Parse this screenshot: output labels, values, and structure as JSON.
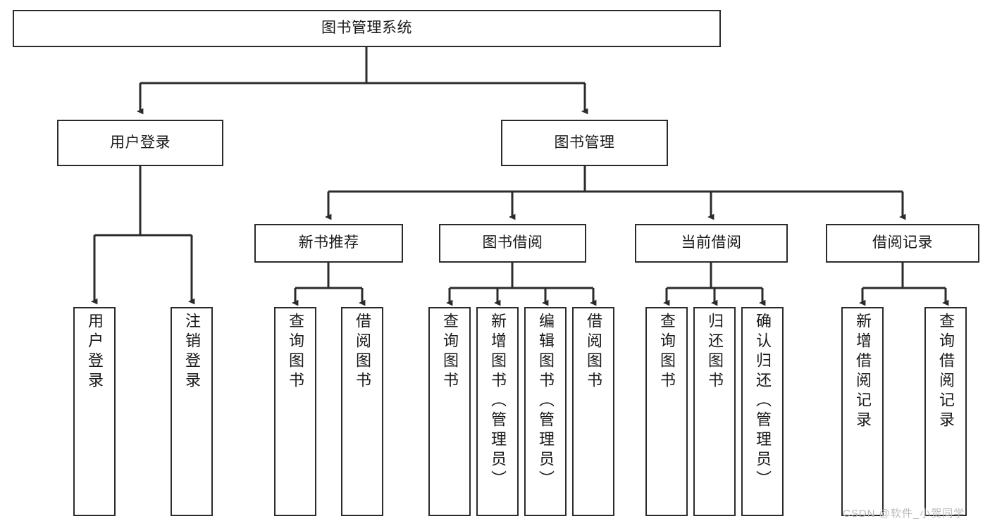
{
  "diagram": {
    "type": "tree-hierarchy",
    "title": "图书管理系统",
    "watermark": "CSDN @软件_小贺同学",
    "colors": {
      "box_border": "#2b2b2b",
      "box_fill": "#ffffff",
      "edge": "#2b2b2b",
      "text": "#1a1a1a",
      "watermark": "#b9b9b9"
    },
    "nodes": {
      "root": {
        "label": "图书管理系统"
      },
      "level2": [
        {
          "id": "user-login",
          "label": "用户登录"
        },
        {
          "id": "book-manage",
          "label": "图书管理"
        }
      ],
      "level3": [
        {
          "id": "new-book-recommend",
          "label": "新书推荐"
        },
        {
          "id": "book-borrow",
          "label": "图书借阅"
        },
        {
          "id": "current-borrow",
          "label": "当前借阅"
        },
        {
          "id": "borrow-record",
          "label": "借阅记录"
        }
      ],
      "leaves": [
        {
          "id": "leaf-user-login",
          "label": "用户登录",
          "parent": "user-login"
        },
        {
          "id": "leaf-logout-login",
          "label": "注销登录",
          "parent": "user-login"
        },
        {
          "id": "leaf-query-book-1",
          "label": "查询图书",
          "parent": "new-book-recommend"
        },
        {
          "id": "leaf-borrow-book-1",
          "label": "借阅图书",
          "parent": "new-book-recommend"
        },
        {
          "id": "leaf-query-book-2",
          "label": "查询图书",
          "parent": "book-borrow"
        },
        {
          "id": "leaf-add-book",
          "label": "新增图书（管理员）",
          "parent": "book-borrow"
        },
        {
          "id": "leaf-edit-book",
          "label": "编辑图书（管理员）",
          "parent": "book-borrow"
        },
        {
          "id": "leaf-borrow-book-2",
          "label": "借阅图书",
          "parent": "book-borrow"
        },
        {
          "id": "leaf-query-book-3",
          "label": "查询图书",
          "parent": "current-borrow"
        },
        {
          "id": "leaf-return-book",
          "label": "归还图书",
          "parent": "current-borrow"
        },
        {
          "id": "leaf-confirm-return",
          "label": "确认归还（管理员）",
          "parent": "current-borrow"
        },
        {
          "id": "leaf-add-record",
          "label": "新增借阅记录",
          "parent": "borrow-record"
        },
        {
          "id": "leaf-query-record",
          "label": "查询借阅记录",
          "parent": "borrow-record"
        }
      ]
    }
  }
}
